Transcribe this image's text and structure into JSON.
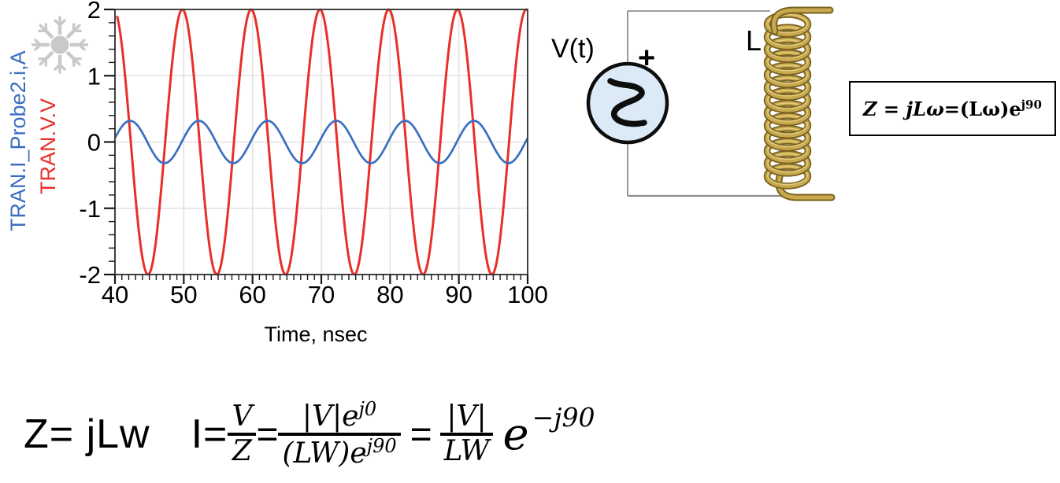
{
  "chart_data": {
    "type": "line",
    "title": "",
    "xlabel": "Time, nsec",
    "ylabel": "",
    "x_range": [
      40,
      100
    ],
    "ylim": [
      -2,
      2
    ],
    "x_ticks": [
      40,
      50,
      60,
      70,
      80,
      90,
      100
    ],
    "y_ticks": [
      2,
      1,
      0,
      -1,
      -2
    ],
    "x_minor_step_ns": 1,
    "y_minor_step": 0.2,
    "grid": true,
    "legend_position": "rotated labels left of y-axis",
    "series": [
      {
        "name": "TRAN.V.V",
        "color": "#e8302a",
        "waveform": "sinusoid",
        "amplitude": 2.0,
        "period_ns": 10,
        "peak_at_ns": 49.8,
        "phase_deg": 0,
        "start_ns": 40.3,
        "description": "Voltage: 2 V amplitude sine, period 10 ns, peaks near 50,60,70,80,90,100 ns, troughs near 45,55,65,75,85,95 ns"
      },
      {
        "name": "TRAN.I_Probe2.i,A",
        "color": "#3b6ec0",
        "waveform": "sinusoid",
        "amplitude": 0.32,
        "period_ns": 10,
        "peak_at_ns": 52.2,
        "phase_deg": -90,
        "start_ns": 40,
        "description": "Inductor current: 0.32 A amplitude sine lagging the voltage by 90 deg, peaks near 42.5,52.5,... ns"
      }
    ],
    "y_axis_labels": [
      {
        "text": "TRAN.I_Probe2.i,A",
        "color": "#3b6ec0"
      },
      {
        "text": "TRAN.V.V",
        "color": "#e8302a"
      }
    ]
  },
  "chart_style": {
    "grid_color": "#e2e2e2",
    "frame_color": "#404040",
    "tick_color": "#1a1a1a",
    "marker_icon_color": "#c9c9c9"
  },
  "circuit": {
    "source_label": "V(t)",
    "plus_sign": "+",
    "inductor_label": "L",
    "coil_turns": 13,
    "wire_color": "#8f8f8f",
    "source_fill": "#dce9f7",
    "source_border": "#0d0d0d",
    "coil_dark": "#7a6222",
    "coil_mid": "#c8a94e",
    "coil_light": "#e3cc7c"
  },
  "impedance_box": {
    "italic_part": "Z = jLω",
    "upright_part": "=(Lω)e",
    "superscript": "j90"
  },
  "bottom_equation": {
    "lhs": "Z= jLw",
    "i_equals": "I=",
    "frac1_num": "V",
    "frac1_den": "Z",
    "equals1": "=",
    "frac2_num": "|V|e",
    "frac2_num_sup": "j0",
    "frac2_den": "(LW)e",
    "frac2_den_sup": "j90",
    "equals2": "=",
    "frac3_num": "|V|",
    "frac3_den": "LW",
    "euler": "e",
    "euler_sup": "−j90"
  }
}
